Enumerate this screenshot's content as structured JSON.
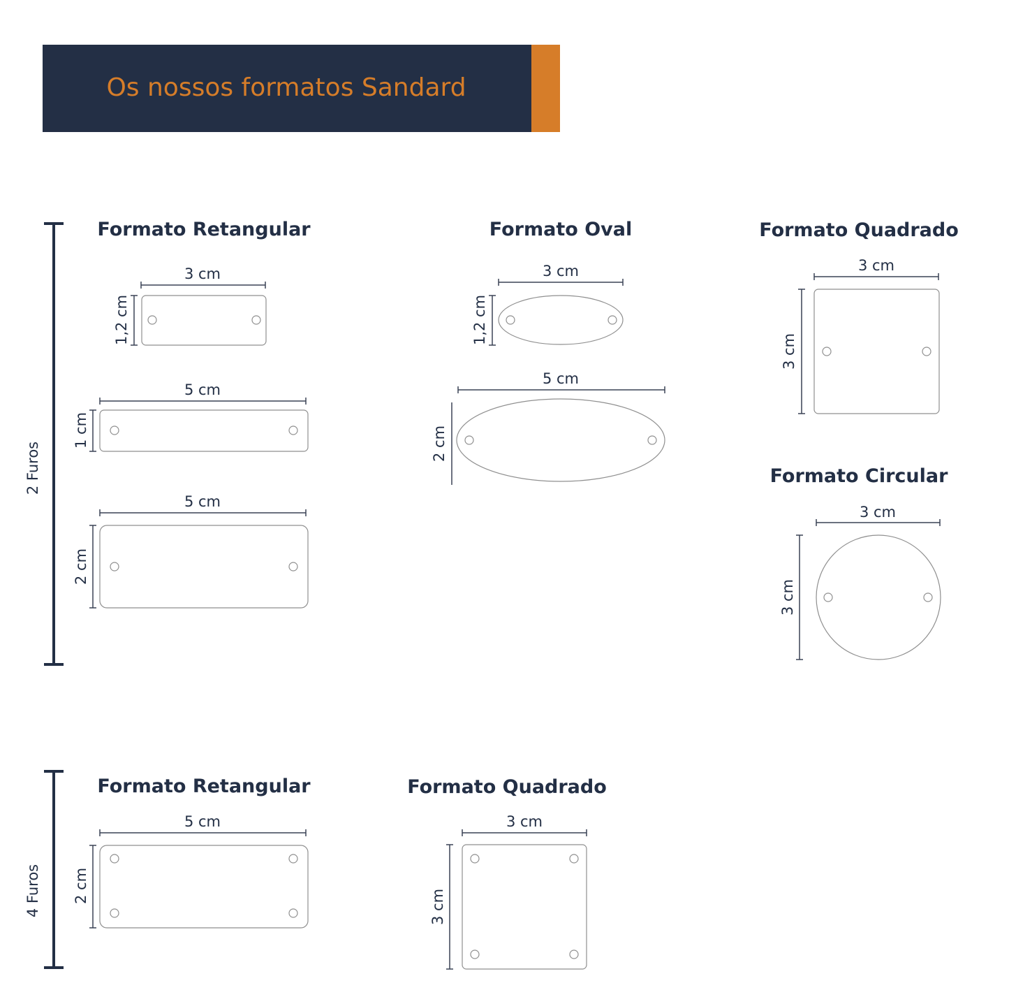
{
  "header": {
    "title": "Os nossos formatos Sandard",
    "colors": {
      "navy": "#232f45",
      "orange": "#d67d29"
    }
  },
  "groups": [
    {
      "label": "2 Furos",
      "shapes": [
        {
          "title": "Formato Retangular",
          "items": [
            {
              "width": "3 cm",
              "height": "1,2 cm"
            },
            {
              "width": "5 cm",
              "height": "1 cm"
            },
            {
              "width": "5 cm",
              "height": "2 cm"
            }
          ]
        },
        {
          "title": "Formato Oval",
          "items": [
            {
              "width": "3 cm",
              "height": "1,2 cm"
            },
            {
              "width": "5 cm",
              "height": "2 cm"
            }
          ]
        },
        {
          "title": "Formato Quadrado",
          "items": [
            {
              "width": "3 cm",
              "height": "3 cm"
            }
          ]
        },
        {
          "title": "Formato Circular",
          "items": [
            {
              "width": "3 cm",
              "height": "3 cm"
            }
          ]
        }
      ]
    },
    {
      "label": "4 Furos",
      "shapes": [
        {
          "title": "Formato Retangular",
          "items": [
            {
              "width": "5 cm",
              "height": "2 cm"
            }
          ]
        },
        {
          "title": "Formato Quadrado",
          "items": [
            {
              "width": "3 cm",
              "height": "3 cm"
            }
          ]
        }
      ]
    }
  ]
}
